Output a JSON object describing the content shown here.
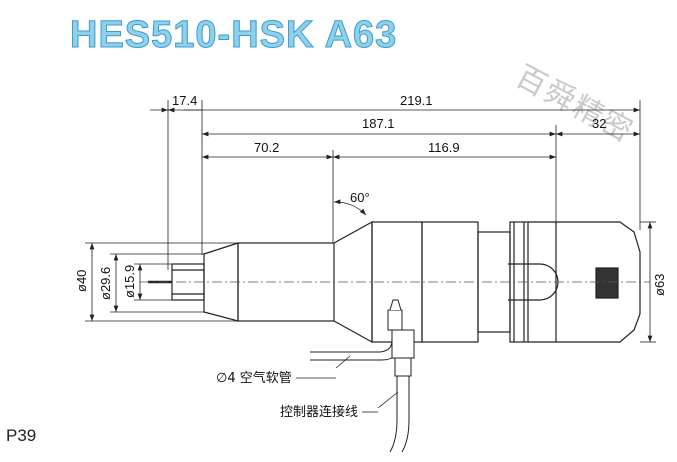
{
  "title": "HES510-HSK A63",
  "watermark": "百舜精密",
  "page_label": "P39",
  "dimensions": {
    "top_left": "17.4",
    "overall": "219.1",
    "body": "187.1",
    "shank": "32",
    "front": "70.2",
    "rear": "116.9",
    "angle": "60°",
    "dia_40": "ø40",
    "dia_29_6": "ø29.6",
    "dia_15_9": "ø15.9",
    "dia_63": "ø63"
  },
  "callouts": {
    "air_tube": "∅4 空气软管",
    "cable": "控制器连接线"
  },
  "colors": {
    "title_fill": "#8fd0ea",
    "title_stroke": "#3b9ccc",
    "line": "#222222"
  }
}
